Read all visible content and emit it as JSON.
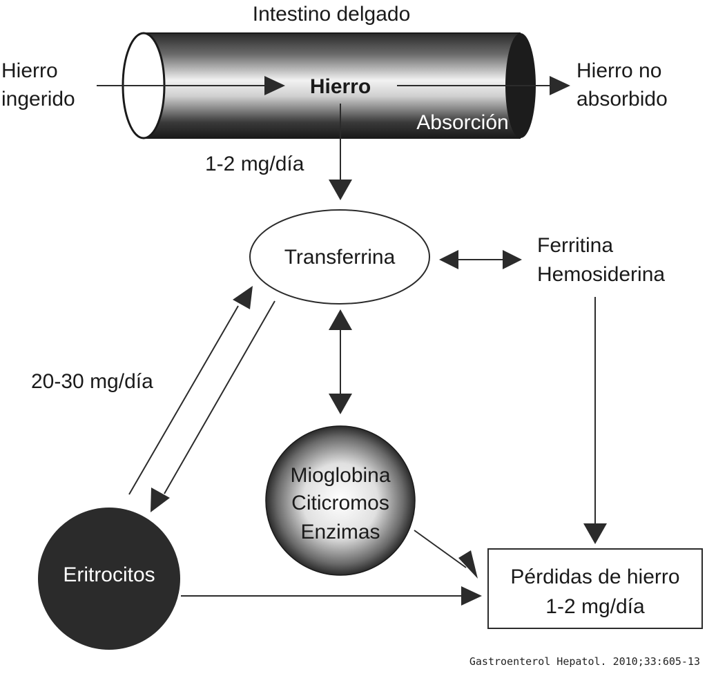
{
  "intestine": {
    "title": "Intestino delgado",
    "center_label": "Hierro",
    "absorption_label": "Absorción"
  },
  "inputs": {
    "ingested_line1": "Hierro",
    "ingested_line2": "ingerido",
    "not_absorbed_line1": "Hierro no",
    "not_absorbed_line2": "absorbido"
  },
  "rates": {
    "absorption_rate": "1-2 mg/día",
    "erythrocyte_rate": "20-30 mg/día"
  },
  "nodes": {
    "transferrin": "Transferrina",
    "storage_line1": "Ferritina",
    "storage_line2": "Hemosiderina",
    "tissue_line1": "Mioglobina",
    "tissue_line2": "Citicromos",
    "tissue_line3": "Enzimas",
    "erythrocytes": "Eritrocitos",
    "losses_line1": "Pérdidas de hierro",
    "losses_line2": "1-2 mg/día"
  },
  "credit": "Gastroenterol Hepatol. 2010;33:605-13",
  "colors": {
    "line": "#2b2b2b",
    "erythrocyte_fill": "#2b2b2b"
  }
}
